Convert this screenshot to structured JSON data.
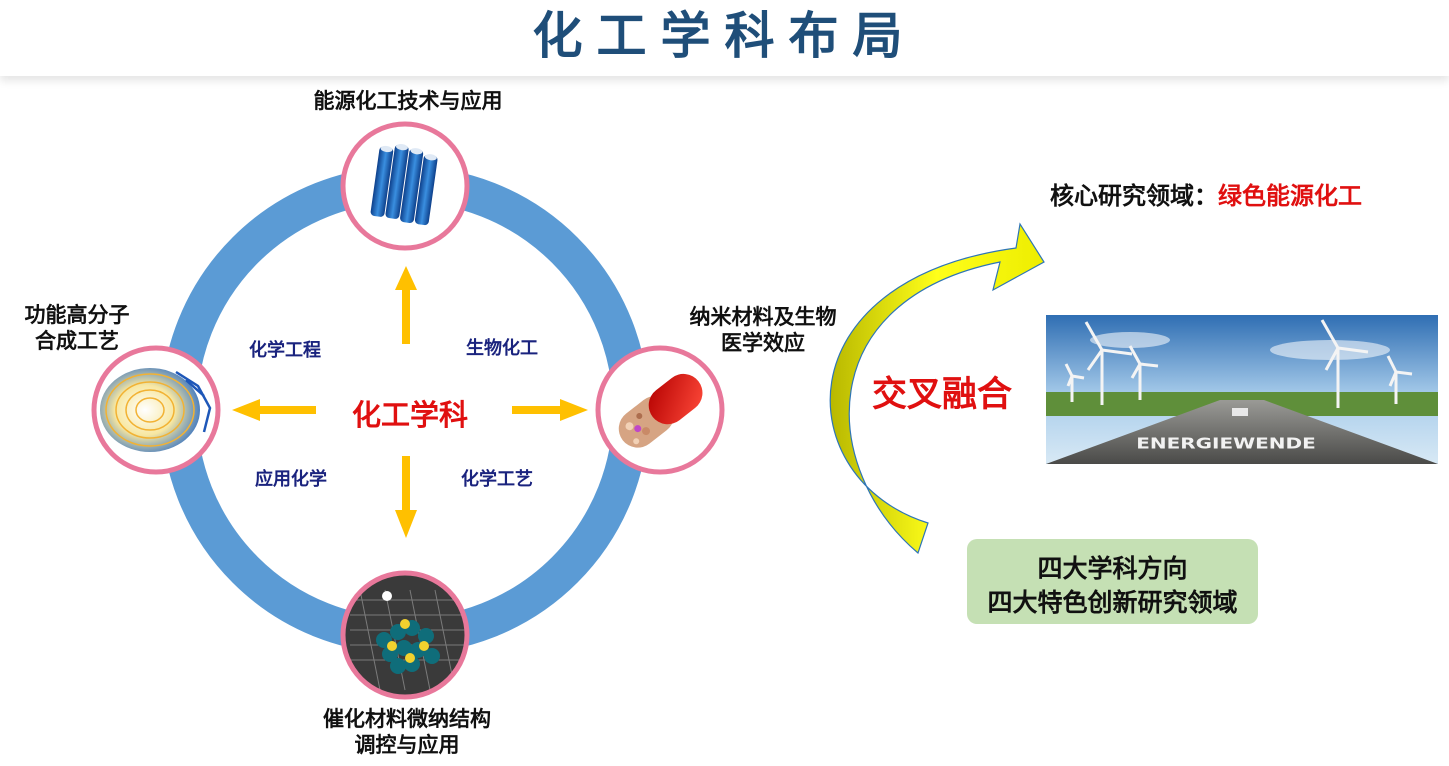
{
  "title": "化工学科布局",
  "center": "化工学科",
  "sub_disciplines": {
    "top_left": "化学工程",
    "top_right": "生物化工",
    "bottom_left": "应用化学",
    "bottom_right": "化学工艺"
  },
  "nodes": {
    "top": "能源化工技术与应用",
    "left_line1": "功能高分子",
    "left_line2": "合成工艺",
    "right_line1": "纳米材料及生物",
    "right_line2": "医学效应",
    "bottom_line1": "催化材料微纳结构",
    "bottom_line2": "调控与应用"
  },
  "fusion": "交叉融合",
  "core_area": {
    "label": "核心研究领域：",
    "value": "绿色能源化工"
  },
  "photo_text": "ENERGIEWENDE",
  "summary": {
    "line1": "四大学科方向",
    "line2": "四大特色创新研究领域"
  },
  "colors": {
    "title": "#1f4e79",
    "ring": "#5b9bd5",
    "node_border": "#e8789b",
    "arrow": "#ffc000",
    "emphasis": "#e01010",
    "sub_label": "#1a237e",
    "summary_bg": "#c5e0b4"
  }
}
